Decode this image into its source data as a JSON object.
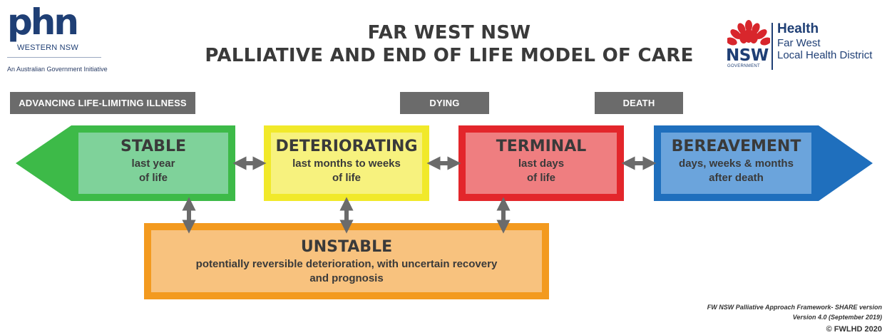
{
  "header": {
    "phn_logo": {
      "word": "phn",
      "region": "WESTERN NSW",
      "tagline": "An Australian Government Initiative"
    },
    "title_line_1": "FAR WEST NSW",
    "title_line_2": "PALLIATIVE AND END OF LIFE MODEL OF CARE",
    "nsw_logo": {
      "nsw": "NSW",
      "government": "GOVERNMENT",
      "health": "Health",
      "district_line_1": "Far West",
      "district_line_2": "Local Health District"
    }
  },
  "phase_labels": {
    "advancing": "ADVANCING LIFE-LIMITING ILLNESS",
    "dying": "DYING",
    "death": "DEATH"
  },
  "stages": {
    "stable": {
      "heading": "STABLE",
      "line_1": "last year",
      "line_2": "of life",
      "color": "#3dba48"
    },
    "deteriorating": {
      "heading": "DETERIORATING",
      "line_1": "last months to weeks",
      "line_2": "of life",
      "color": "#f1e92a"
    },
    "terminal": {
      "heading": "TERMINAL",
      "line_1": "last days",
      "line_2": "of life",
      "color": "#e3262b"
    },
    "bereavement": {
      "heading": "BEREAVEMENT",
      "line_1": "days, weeks & months",
      "line_2": "after death",
      "color": "#1f6fbd"
    },
    "unstable": {
      "heading": "UNSTABLE",
      "line_1": "potentially reversible deterioration, with uncertain recovery",
      "line_2": "and prognosis",
      "color": "#f39a1f"
    }
  },
  "footer": {
    "line_1": "FW NSW Palliative Approach Framework- SHARE version",
    "line_2": "Version 4.0 (September 2019)",
    "copyright": "© FWLHD 2020"
  }
}
